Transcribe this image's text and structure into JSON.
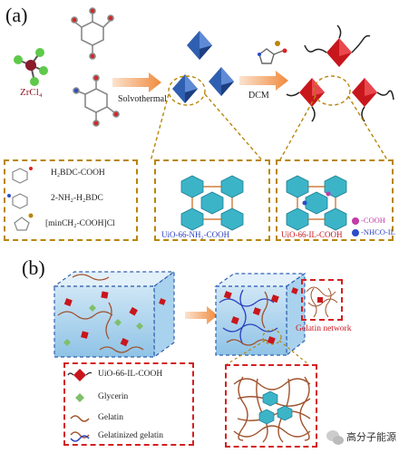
{
  "panel_a": {
    "label": "(a)",
    "zrcl4": "ZrCl₄",
    "solvothermal": "Solvothermal",
    "dcm": "DCM",
    "legend": [
      "H₂BDC-COOH",
      "2-NH₂-H₂BDC",
      "[minCH₂-COOH]Cl"
    ],
    "mof_nh2": "UiO-66-NH₂-COOH",
    "mof_il": "UiO-66-IL-COOH",
    "cooh_label": "-COOH",
    "nhco_label": "-NHCO-IL"
  },
  "panel_b": {
    "label": "(b)",
    "gelatin_network": "Gelatin network",
    "legend": [
      "UiO-66-IL-COOH",
      "Glycerin",
      "Gelatin",
      "Gelatinized gelatin"
    ]
  },
  "watermark": "高分子能源",
  "colors": {
    "red_dash": "#d42020",
    "gold_dash": "#b8860b",
    "orange_arrow": "#f08a3c",
    "blue_octa": "#2f5fb0",
    "red_octa": "#c8161d"
  }
}
